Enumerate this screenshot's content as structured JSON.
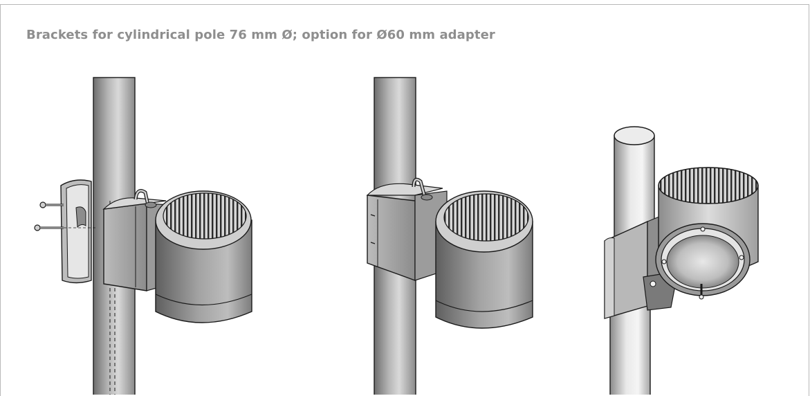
{
  "caption": "Brackets for cylindrical pole 76 mm Ø; option for Ø60 mm adapter",
  "figures": [
    {
      "id": "exploded-view"
    },
    {
      "id": "mounted-front-view"
    },
    {
      "id": "mounted-underside-view"
    }
  ],
  "colors": {
    "border": "#b8b8b8",
    "caption": "#8e8e8e",
    "outline": "#1a1a1a",
    "metal_dark": "#6f6f6f",
    "metal_mid": "#a9a9a9",
    "metal_light": "#e3e3e3"
  }
}
